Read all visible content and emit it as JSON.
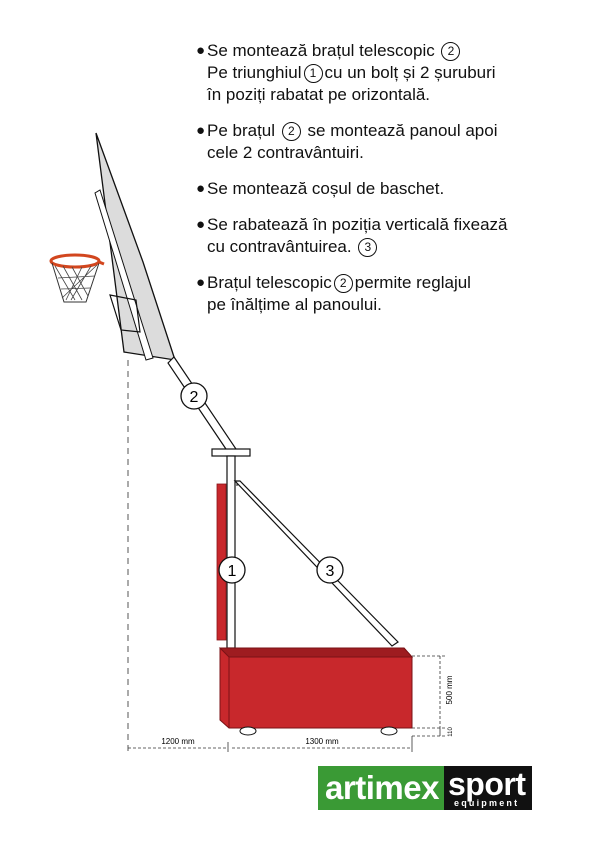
{
  "instructions": {
    "items": [
      {
        "lines": [
          {
            "before": "Se montează brațul telescopic",
            "num": "2",
            "after": ""
          },
          {
            "before": "Pe triunghiul",
            "num": "1",
            "after": "cu un bolț și 2 șuruburi"
          },
          {
            "before": "în poziți rabatat pe orizontală.",
            "num": "",
            "after": ""
          }
        ]
      },
      {
        "lines": [
          {
            "before": "Pe brațul",
            "num": "2",
            "after": "se montează panoul apoi"
          },
          {
            "before": "cele 2 contravântuiri.",
            "num": "",
            "after": ""
          }
        ]
      },
      {
        "lines": [
          {
            "before": "Se montează coșul de baschet.",
            "num": "",
            "after": ""
          }
        ]
      },
      {
        "lines": [
          {
            "before": "Se rabatează în poziția verticală fixează",
            "num": "",
            "after": ""
          },
          {
            "before": "cu contravântuirea.",
            "num": "3",
            "after": ""
          }
        ]
      },
      {
        "lines": [
          {
            "before": "Brațul telescopic",
            "num": "2",
            "after": "permite reglajul"
          },
          {
            "before": "pe înălțime al panoului.",
            "num": "",
            "after": ""
          }
        ]
      }
    ]
  },
  "diagram": {
    "labels": {
      "upright": "1",
      "arm": "2",
      "brace": "3"
    },
    "dimensions": {
      "overhang": "1200 mm",
      "base_length": "1300 mm",
      "base_height": "500 mm",
      "ground_clearance": "110"
    },
    "colors": {
      "ballast": "#c8282c",
      "ballast_dark": "#9e1c20",
      "rim": "#d2461e",
      "board": "#dcdcdc",
      "steel": "#ffffff"
    }
  },
  "logo": {
    "brand": "artimex",
    "sport": "sport",
    "tagline": "equipment"
  }
}
